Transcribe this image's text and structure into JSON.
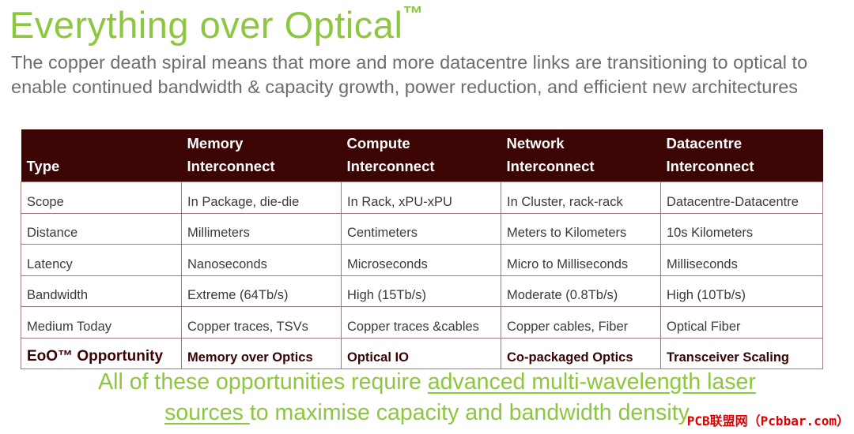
{
  "title": "Everything over Optical",
  "title_mark": "™",
  "subtitle": "The copper death spiral means that more and more datacentre links are transitioning to optical to enable continued bandwidth & capacity growth, power reduction, and efficient new architectures",
  "table": {
    "headers": [
      [
        "",
        "Type"
      ],
      [
        "Memory",
        "Interconnect"
      ],
      [
        "Compute",
        "Interconnect"
      ],
      [
        "Network",
        "Interconnect"
      ],
      [
        "Datacentre",
        "Interconnect"
      ]
    ],
    "rows": [
      [
        "Scope",
        "In Package, die-die",
        "In Rack, xPU-xPU",
        "In Cluster, rack-rack",
        "Datacentre-Datacentre"
      ],
      [
        "Distance",
        "Millimeters",
        "Centimeters",
        "Meters to Kilometers",
        "10s Kilometers"
      ],
      [
        "Latency",
        "Nanoseconds",
        "Microseconds",
        "Micro to Milliseconds",
        "Milliseconds"
      ],
      [
        "Bandwidth",
        "Extreme (64Tb/s)",
        "High (15Tb/s)",
        "Moderate (0.8Tb/s)",
        "High (10Tb/s)"
      ],
      [
        "Medium Today",
        "Copper traces, TSVs",
        "Copper traces &cables",
        "Copper cables, Fiber",
        "Optical Fiber"
      ]
    ],
    "opportunity_row": [
      "EoO™ Opportunity",
      "Memory over Optics",
      "Optical IO",
      "Co-packaged Optics",
      "Transceiver Scaling"
    ]
  },
  "footer": {
    "line1_prefix": "All of these opportunities require ",
    "line1_link": "advanced multi-wavelength laser",
    "line2_link": "sources ",
    "line2_suffix": "to maximise capacity and bandwidth density"
  },
  "watermark": "PCB联盟网（Pcbbar.com）",
  "colors": {
    "title_green": "#8dc63f",
    "header_bg": "#3d0404",
    "subtitle_gray": "#6d6d6d",
    "watermark_red": "#e00000"
  }
}
